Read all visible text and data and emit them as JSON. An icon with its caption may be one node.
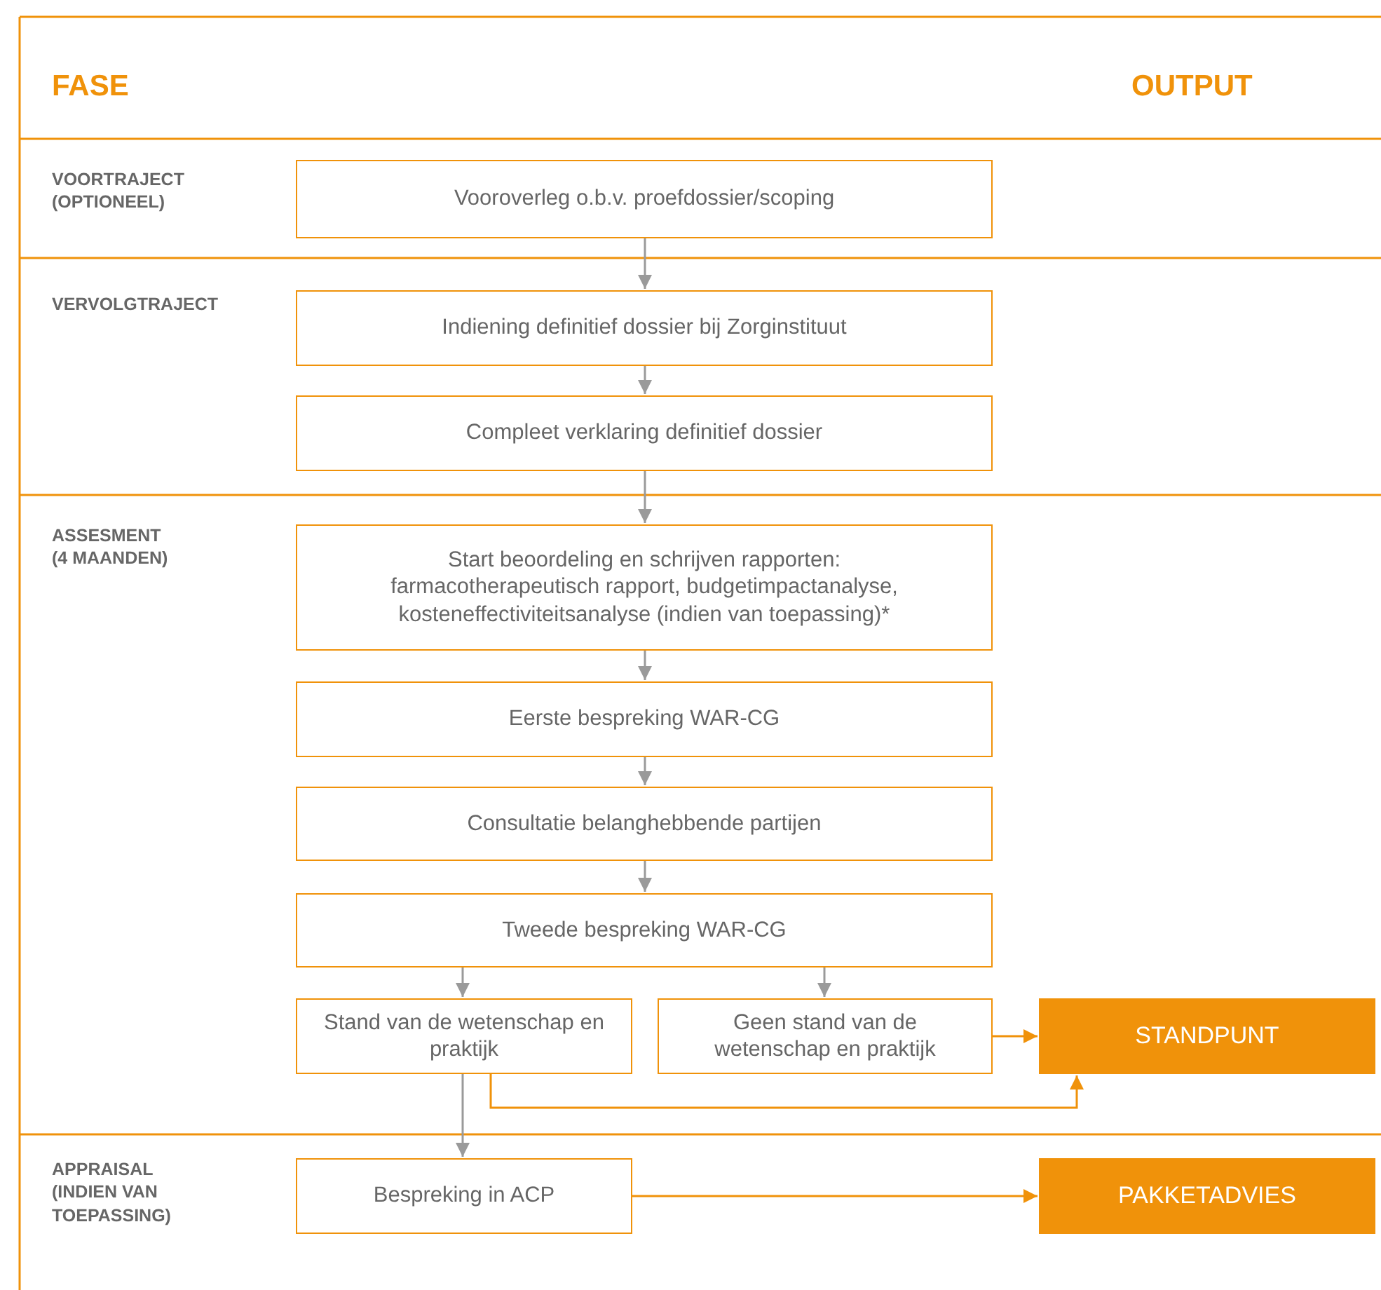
{
  "diagram": {
    "nodes": [
      {
        "text": [
          "Vooroverleg o.b.v. proefdossier/scoping"
        ]
      },
      {
        "text": [
          "Indiening definitief dossier bij Zorginstituut"
        ]
      },
      {
        "text": [
          "Compleet verklaring definitief dossier"
        ]
      },
      {
        "text": [
          "Start beoordeling en schrijven rapporten: farmacotherapeutisch rapport, budgetimpactanalyse, kosteneffectiviteitsanalyse (indien van toepassing)*"
        ]
      },
      {
        "text": [
          "Eerste bespreking WAR-CG"
        ]
      },
      {
        "text": [
          "Consultatie belanghebbende partijen"
        ]
      },
      {
        "text": [
          "Tweede bespreking WAR-CG"
        ]
      },
      {
        "text": [
          "Stand van de wetenschap en praktijk"
        ]
      },
      {
        "text": [
          "Geen stand van de wetenschap en praktijk"
        ]
      },
      {
        "text": [
          "STANDPUNT"
        ]
      },
      {
        "text": [
          "Bespreking in ACP"
        ]
      },
      {
        "text": [
          "PAKKETADVIES"
        ]
      }
    ],
    "edges": [
      {
        "from": 0,
        "to": 1,
        "arrow": "to"
      },
      {
        "from": 1,
        "to": 2,
        "arrow": "to"
      },
      {
        "from": 2,
        "to": 3,
        "arrow": "to"
      },
      {
        "from": 3,
        "to": 4,
        "arrow": "to"
      },
      {
        "from": 4,
        "to": 5,
        "arrow": "to"
      },
      {
        "from": 5,
        "to": 6,
        "arrow": "to"
      },
      {
        "from": 6,
        "to": 7,
        "arrow": "to"
      },
      {
        "from": 6,
        "to": 8,
        "arrow": "to"
      },
      {
        "from": 8,
        "to": 9,
        "arrow": "to",
        "color": "#f0920a"
      },
      {
        "from": 7,
        "to": 9,
        "arrow": "to",
        "color": "#f0920a"
      },
      {
        "from": 7,
        "to": 10,
        "arrow": "to"
      },
      {
        "from": 10,
        "to": 11,
        "arrow": "to",
        "color": "#f0920a"
      }
    ],
    "labels": [
      "FASE",
      "OUTPUT",
      "VOORTRAJECT (OPTIONEEL)",
      "VERVOLGTRAJECT",
      "ASSESMENT (4 MAANDEN)",
      "APPRAISAL (INDIEN VAN TOEPASSING)"
    ]
  }
}
